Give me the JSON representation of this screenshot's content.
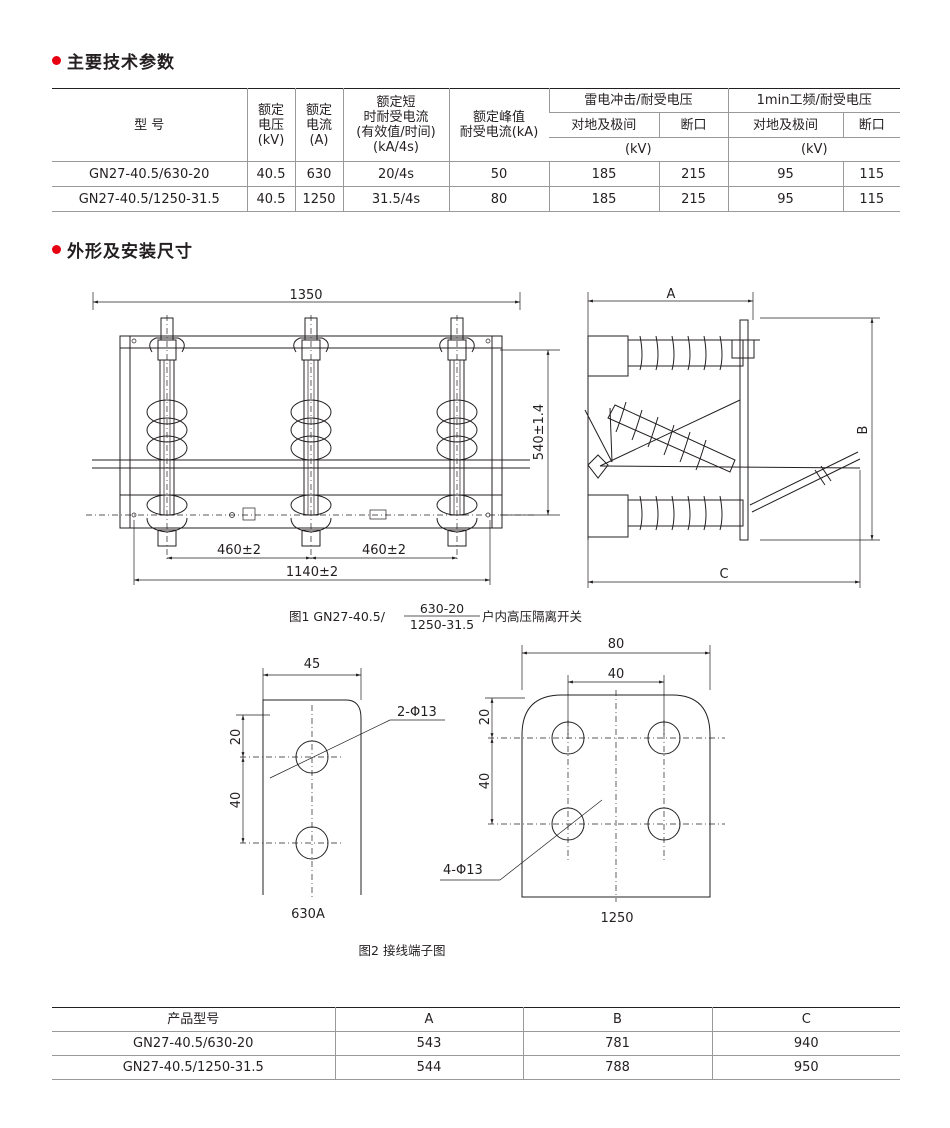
{
  "sections": {
    "tech_params": "主要技术参数",
    "dimensions": "外形及安装尺寸"
  },
  "spec_table": {
    "h_model": "型  号",
    "h_voltage": "额定\n电压\n(kV)",
    "h_current": "额定\n电流\n(A)",
    "h_short": "额定短\n时耐受电流\n(有效值/时间)\n(kA/4s)",
    "h_peak": "额定峰值\n耐受电流(kA)",
    "h_lightning": "雷电冲击/耐受电压",
    "h_power": "1min工频/耐受电压",
    "h_ground1": "对地及极间",
    "h_break1": "断口",
    "h_ground2": "对地及极间",
    "h_break2": "断口",
    "h_kv1": "(kV)",
    "h_kv2": "(kV)",
    "rows": [
      [
        "GN27-40.5/630-20",
        "40.5",
        "630",
        "20/4s",
        "50",
        "185",
        "215",
        "95",
        "115"
      ],
      [
        "GN27-40.5/1250-31.5",
        "40.5",
        "1250",
        "31.5/4s",
        "80",
        "185",
        "215",
        "95",
        "115"
      ]
    ]
  },
  "figure1": {
    "dim_1350": "1350",
    "dim_540": "540±1.4",
    "dim_460a": "460±2",
    "dim_460b": "460±2",
    "dim_1140": "1140±2",
    "dim_A": "A",
    "dim_B": "B",
    "dim_C": "C",
    "caption_prefix": "图1 GN27-40.5/",
    "caption_top": "630-20",
    "caption_bottom": "1250-31.5",
    "caption_suffix": "户内高压隔离开关"
  },
  "figure2": {
    "dim_45": "45",
    "dim_20a": "20",
    "dim_40a": "40",
    "hole_2": "2-Φ13",
    "label_630": "630A",
    "dim_80": "80",
    "dim_40top": "40",
    "dim_20b": "20",
    "dim_40b": "40",
    "hole_4": "4-Φ13",
    "label_1250": "1250",
    "caption": "图2 接线端子图"
  },
  "dim_table": {
    "headers": [
      "产品型号",
      "A",
      "B",
      "C"
    ],
    "rows": [
      [
        "GN27-40.5/630-20",
        "543",
        "781",
        "940"
      ],
      [
        "GN27-40.5/1250-31.5",
        "544",
        "788",
        "950"
      ]
    ]
  }
}
